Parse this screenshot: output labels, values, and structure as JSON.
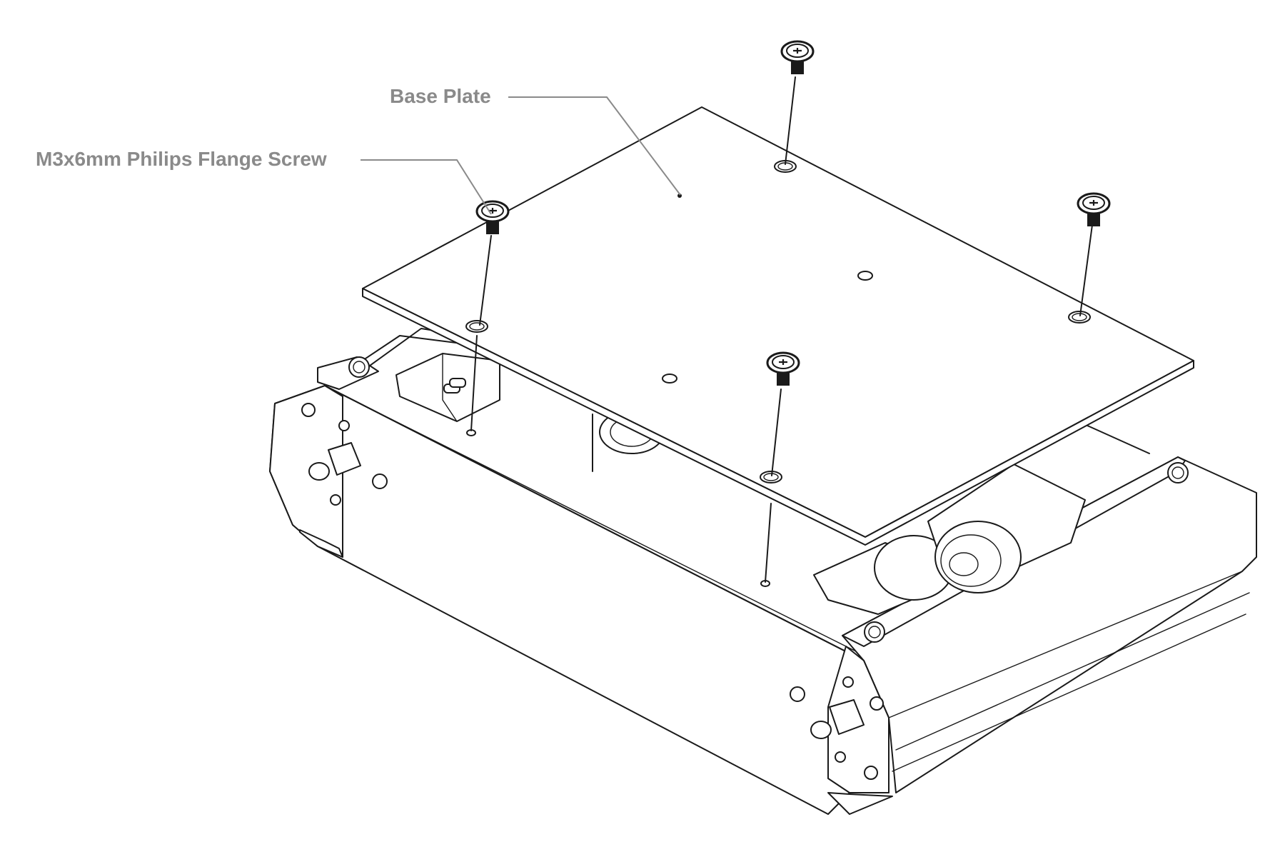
{
  "labels": {
    "base_plate": "Base Plate",
    "screw": "M3x6mm Philips Flange Screw"
  },
  "colors": {
    "line": "#1a1a1a",
    "callout": "#8a8a8a",
    "background": "#ffffff"
  },
  "parts": {
    "screw_count": 4
  }
}
